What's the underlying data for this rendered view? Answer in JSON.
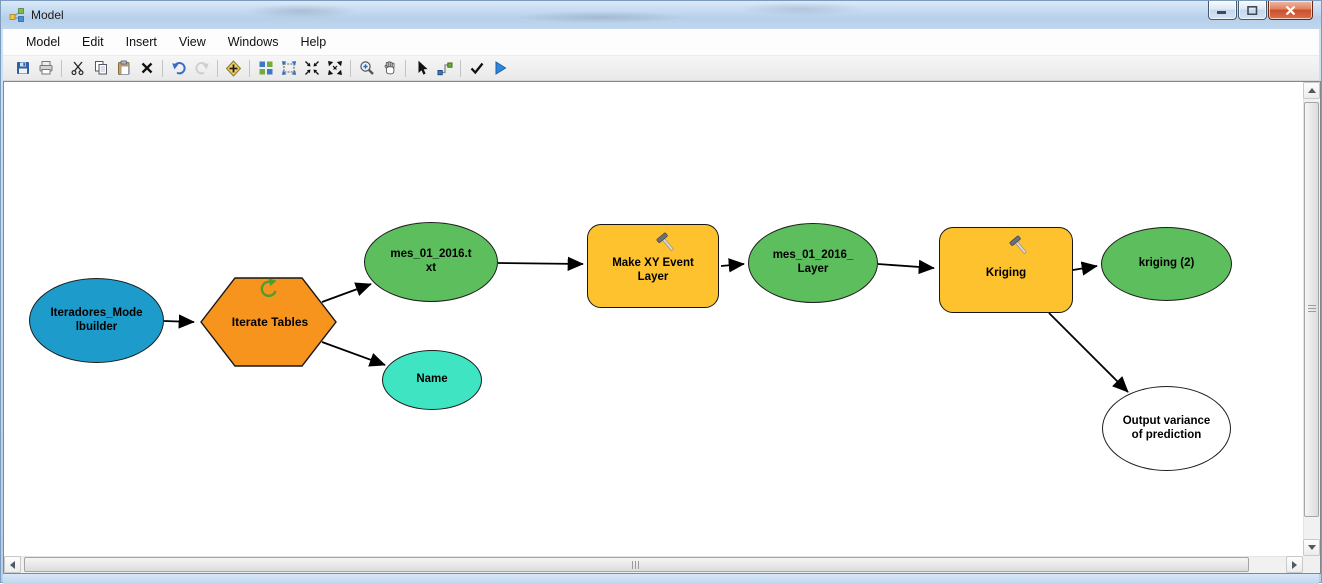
{
  "window": {
    "title": "Model",
    "controls": {
      "minimize": "minimize",
      "maximize": "maximize",
      "close": "close"
    }
  },
  "menubar": {
    "items": [
      {
        "label": "Model"
      },
      {
        "label": "Edit"
      },
      {
        "label": "Insert"
      },
      {
        "label": "View"
      },
      {
        "label": "Windows"
      },
      {
        "label": "Help"
      }
    ]
  },
  "toolbar": {
    "icons": [
      "save-icon",
      "print-icon",
      "cut-icon",
      "copy-icon",
      "paste-icon",
      "delete-icon",
      "undo-icon",
      "redo-icon",
      "add-data-icon",
      "auto-layout-icon",
      "full-extent-icon",
      "fixed-zoom-in-icon",
      "fixed-zoom-out-icon",
      "zoom-icon",
      "pan-icon",
      "select-icon",
      "connect-icon",
      "validate-icon",
      "run-icon"
    ],
    "disabled_icons": [
      "redo-icon"
    ]
  },
  "diagram": {
    "nodes": [
      {
        "id": "iteradores_modelbuilder",
        "label": "Iteradores_Modelbuilder",
        "shape": "ellipse",
        "fill": "#1d9bcb",
        "role": "input-variable"
      },
      {
        "id": "iterate_tables",
        "label": "Iterate Tables",
        "shape": "hexagon",
        "fill": "#f7941e",
        "role": "iterator"
      },
      {
        "id": "mes_01_2016_txt",
        "label": "mes_01_2016.txt",
        "shape": "ellipse",
        "fill": "#5cbe5c",
        "role": "derived-data"
      },
      {
        "id": "name",
        "label": "Name",
        "shape": "ellipse",
        "fill": "#3fe5c3",
        "role": "derived-value"
      },
      {
        "id": "make_xy_event_layer",
        "label": "Make XY Event Layer",
        "shape": "rounded-rect",
        "fill": "#fdc22d",
        "role": "tool"
      },
      {
        "id": "mes_01_2016_layer",
        "label": "mes_01_2016_Layer",
        "shape": "ellipse",
        "fill": "#5cbe5c",
        "role": "derived-data"
      },
      {
        "id": "kriging",
        "label": "Kriging",
        "shape": "rounded-rect",
        "fill": "#fdc22d",
        "role": "tool"
      },
      {
        "id": "kriging_2",
        "label": "kriging (2)",
        "shape": "ellipse",
        "fill": "#5cbe5c",
        "role": "derived-data"
      },
      {
        "id": "output_variance_of_prediction",
        "label": "Output variance of prediction",
        "shape": "ellipse",
        "fill": "#ffffff",
        "role": "derived-data-empty"
      }
    ],
    "edges": [
      {
        "from": "iteradores_modelbuilder",
        "to": "iterate_tables"
      },
      {
        "from": "iterate_tables",
        "to": "mes_01_2016_txt"
      },
      {
        "from": "iterate_tables",
        "to": "name"
      },
      {
        "from": "mes_01_2016_txt",
        "to": "make_xy_event_layer"
      },
      {
        "from": "make_xy_event_layer",
        "to": "mes_01_2016_layer"
      },
      {
        "from": "mes_01_2016_layer",
        "to": "kriging"
      },
      {
        "from": "kriging",
        "to": "kriging_2"
      },
      {
        "from": "kriging",
        "to": "output_variance_of_prediction"
      }
    ]
  },
  "colors": {
    "titlebar": "#c3d9f0",
    "frame": "#bcd5ef",
    "canvas": "#ffffff",
    "node_input_blue": "#1d9bcb",
    "node_iterator_orange": "#f7941e",
    "node_data_green": "#5cbe5c",
    "node_value_teal": "#3fe5c3",
    "node_tool_yellow": "#fdc22d",
    "node_empty_white": "#ffffff",
    "edge_black": "#000000",
    "loop_icon_green": "#4e9d31",
    "run_icon_blue": "#2e86de"
  }
}
